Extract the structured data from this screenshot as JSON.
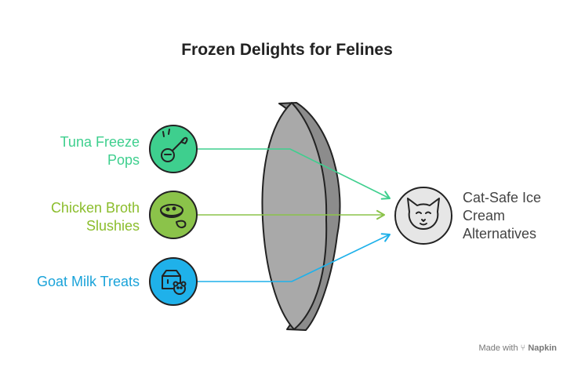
{
  "title": "Frozen Delights for Felines",
  "inputs": [
    {
      "line1": "Tuna Freeze",
      "line2": "Pops",
      "icon": "tuna-spoon-icon",
      "color": "#3ecf8e",
      "circle_fill": "#3ecf8e"
    },
    {
      "line1": "Chicken Broth",
      "line2": "Slushies",
      "icon": "broth-bowl-icon",
      "color": "#8bbd2c",
      "circle_fill": "#8bc34a"
    },
    {
      "line1": "Goat Milk Treats",
      "icon": "milk-carton-icon",
      "color": "#1aa3d9",
      "circle_fill": "#1fb1ea"
    }
  ],
  "output": {
    "line1": "Cat-Safe Ice",
    "line2": "Cream",
    "line3": "Alternatives",
    "icon": "cat-face-icon",
    "circle_fill": "#e6e6e6"
  },
  "lens": {
    "fill": "#a9a9a9",
    "edge_fill": "#8c8c8c"
  },
  "watermark": {
    "prefix": "Made with",
    "brand": "Napkin"
  }
}
